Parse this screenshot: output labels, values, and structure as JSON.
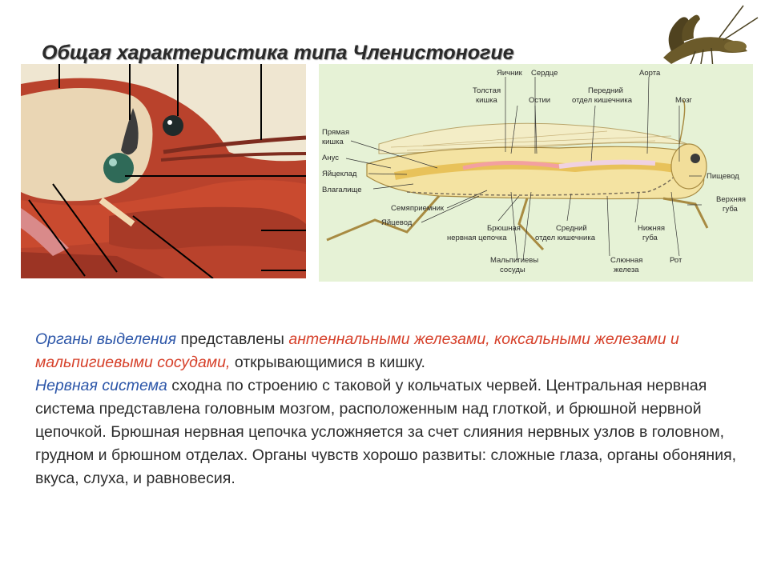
{
  "title": "Общая характеристика типа Членистоногие",
  "diagram_labels": {
    "yaichnik": "Яичник",
    "serdtse": "Сердце",
    "aorta": "Аорта",
    "tolstaya": "Толстая",
    "kishka": "кишка",
    "ostii": "Остии",
    "peredniy": "Передний",
    "otdel_kishechnika": "отдел кишечника",
    "mozg": "Мозг",
    "pryamaya": "Прямая",
    "kishka2": "кишка",
    "anus": "Анус",
    "yaytseklad": "Яйцеклад",
    "vlagalishche": "Влагалище",
    "semypriemnik": "Семяприемник",
    "yaytsevod": "Яйцевод",
    "bryushnaya": "Брюшная",
    "nervnaya_tsepochka": "нервная цепочка",
    "sredniy": "Средний",
    "otdel_kishechnika2": "отдел кишечника",
    "nizhnyaya": "Нижняя",
    "guba": "губа",
    "pishchevod": "Пищевод",
    "verkhnyaya": "Верхняя",
    "guba2": "губа",
    "malpigievy": "Мальпигиевы",
    "sosudy": "сосуды",
    "slyunnaya": "Слюнная",
    "zheleza": "железа",
    "rot": "Рот"
  },
  "paragraph1": {
    "organs_excretion": "Органы выделения",
    "predstavleny": " представлены ",
    "glands": "антеннальными железами, коксальными железами и мальпигиевыми сосудами,",
    "rest": " открывающимися в кишку."
  },
  "paragraph2": {
    "nervous_system": "Нервная система",
    "rest": " сходна по строению с таковой у кольчатых червей. Центральная нервная система представлена головным мозгом, расположенным над глоткой, и брюшной нервной цепочкой. Брюшная нервная цепочка усложняется за счет слияния нервных узлов в головном, грудном и брюшном отделах. Органы чувств хорошо развиты: сложные глаза, органы обоняния, вкуса, слуха, и равновесия."
  }
}
